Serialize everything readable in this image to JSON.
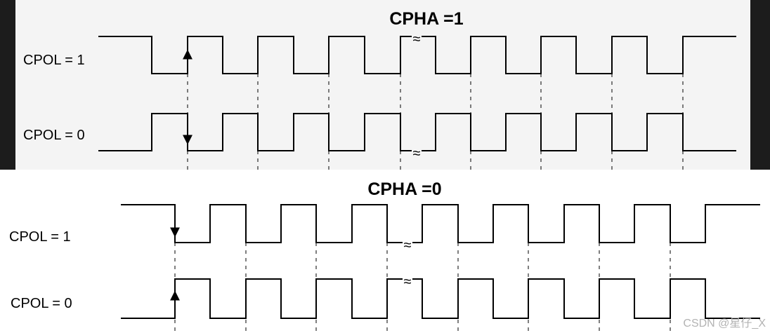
{
  "top_panel": {
    "title": "CPHA =1",
    "row1_label": "CPOL = 1",
    "row2_label": "CPOL = 0",
    "break_mark": "≈",
    "frame_color": "#1c1c1c",
    "panel_color": "#f4f4f4"
  },
  "bottom_panel": {
    "title": "CPHA =0",
    "row1_label": "CPOL = 1",
    "row2_label": "CPOL = 0",
    "break_mark": "≈"
  },
  "watermark": "CSDN @星仔_X"
}
